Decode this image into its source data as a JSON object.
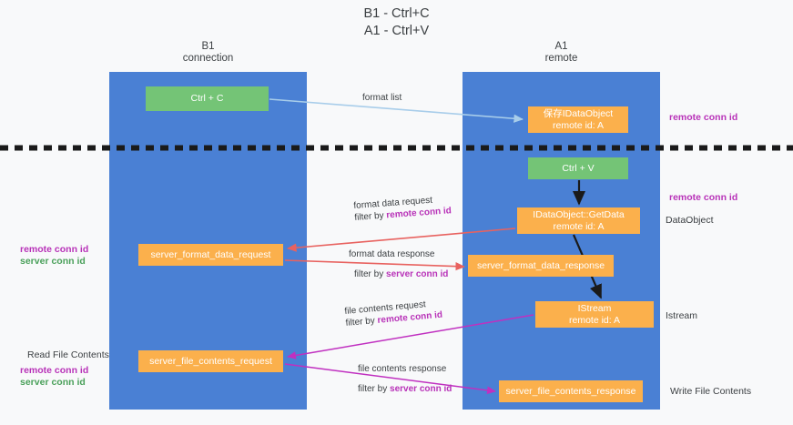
{
  "title": {
    "line1": "B1 - Ctrl+C",
    "line2": "A1 - Ctrl+V"
  },
  "columns": [
    {
      "id": "left",
      "name": "B1",
      "role": "connection"
    },
    {
      "id": "right",
      "name": "A1",
      "role": "remote"
    }
  ],
  "nodes": {
    "ctrl_c": {
      "line1": "Ctrl + C",
      "line2": "",
      "color": "#74c476"
    },
    "save_idataobject": {
      "line1": "保存IDataObject",
      "line2": "remote id: A",
      "color": "#fbb04c"
    },
    "ctrl_v": {
      "line1": "Ctrl + V",
      "line2": "",
      "color": "#74c476"
    },
    "getdata": {
      "line1": "IDataObject::GetData",
      "line2": "remote id: A",
      "color": "#fbb04c"
    },
    "server_format_data_request": {
      "line1": "server_format_data_request",
      "line2": "",
      "color": "#fbb04c"
    },
    "server_format_data_response": {
      "line1": "server_format_data_response",
      "line2": "",
      "color": "#fbb04c"
    },
    "istream": {
      "line1": "IStream",
      "line2": "remote id: A",
      "color": "#fbb04c"
    },
    "server_file_contents_request": {
      "line1": "server_file_contents_request",
      "line2": "",
      "color": "#fbb04c"
    },
    "server_file_contents_response": {
      "line1": "server_file_contents_response",
      "line2": "",
      "color": "#fbb04c"
    }
  },
  "right_labels": {
    "remote_conn_id_1": "remote conn id",
    "remote_conn_id_2": "remote conn id",
    "dataobject": "DataObject",
    "istream": "Istream",
    "write_file_contents": "Write File Contents"
  },
  "left_labels": {
    "remote_conn_id": "remote conn id",
    "server_conn_id": "server conn id",
    "read_file_contents": "Read File Contents",
    "remote_conn_id_2": "remote conn id",
    "server_conn_id_2": "server conn id"
  },
  "edge_labels": {
    "format_list": "format list",
    "format_data_request": "format data request",
    "filter_by": "filter by ",
    "filter_remote": "remote conn id",
    "filter_server": "server conn id",
    "format_data_response": "format data response",
    "file_contents_request": "file contents request",
    "file_contents_response": "file contents response"
  },
  "colors": {
    "column_blue": "#4a80d4",
    "node_green": "#74c476",
    "node_orange": "#fbb04c",
    "accent_magenta": "#b832b8",
    "accent_green": "#4aa05a",
    "arrow_lightblue": "#a8cdea",
    "arrow_red": "#e8625f",
    "arrow_magenta": "#c030c0",
    "arrow_black": "#1a1a1a",
    "background": "#f8f9fa"
  }
}
